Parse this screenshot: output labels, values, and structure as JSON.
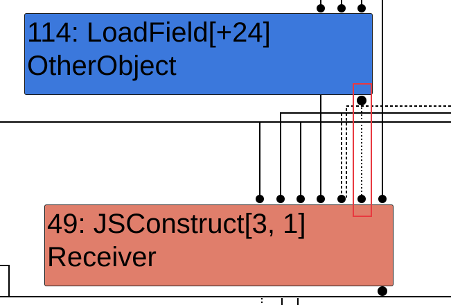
{
  "nodes": {
    "load_field": {
      "title": "114: LoadField[+24]",
      "subtitle": "OtherObject",
      "color": "#3b78dc"
    },
    "js_construct": {
      "title": "49: JSConstruct[3, 1]",
      "subtitle": "Receiver",
      "color": "#e07e6b"
    }
  },
  "colors": {
    "edge": "#000000",
    "selection_outline": "#e8393f"
  }
}
